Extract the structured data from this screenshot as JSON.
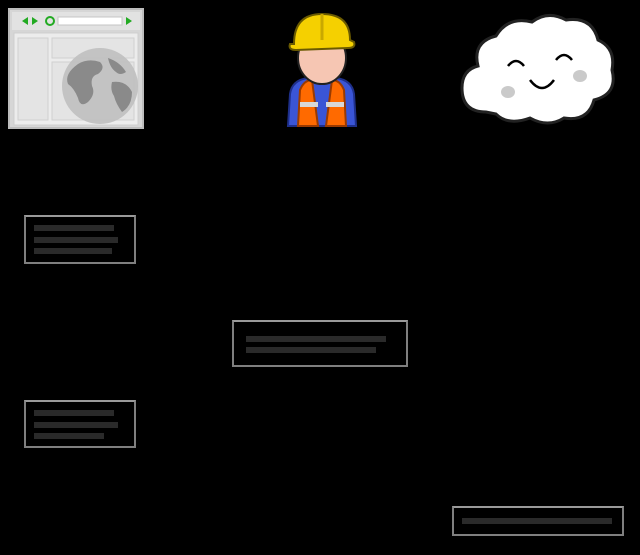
{
  "diagram": {
    "nodes": [
      {
        "id": "browser",
        "icon": "web-browser-icon"
      },
      {
        "id": "worker",
        "icon": "construction-worker-icon"
      },
      {
        "id": "cloud",
        "icon": "smiling-cloud-icon"
      }
    ],
    "boxes": [
      {
        "id": "box-left-upper",
        "text": ""
      },
      {
        "id": "box-center",
        "text": ""
      },
      {
        "id": "box-left-lower",
        "text": ""
      },
      {
        "id": "box-bottom-right",
        "text": ""
      }
    ]
  },
  "colors": {
    "background": "#000000",
    "box_border": "#7f7f7f",
    "helmet": "#f5d000",
    "vest": "#ff6a00",
    "shirt": "#3a55d6",
    "skin": "#f6c6b3",
    "browser_frame": "#d9d9d9",
    "browser_green": "#22aa22",
    "cloud": "#ffffff"
  }
}
